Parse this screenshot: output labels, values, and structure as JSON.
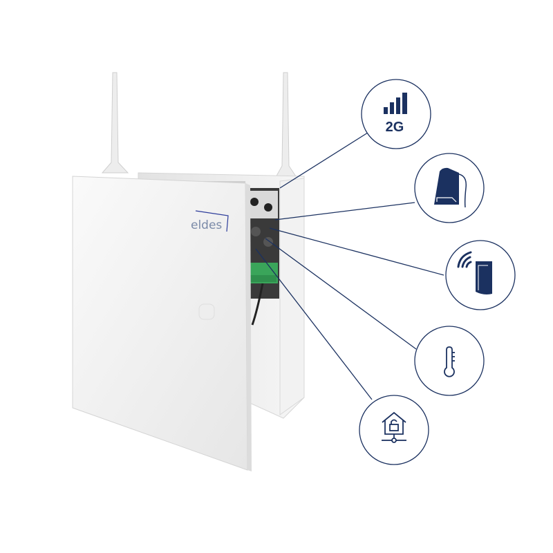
{
  "product": {
    "brand_logo": "eldes",
    "door_color": "#f4f4f4",
    "accent": "#1b3160"
  },
  "features": [
    {
      "id": "gsm",
      "icon": "signal-bars-icon",
      "label": "2G"
    },
    {
      "id": "external-antenna",
      "icon": "antenna-icon"
    },
    {
      "id": "wireless-sensor",
      "icon": "wireless-detector-icon"
    },
    {
      "id": "temperature",
      "icon": "thermometer-icon"
    },
    {
      "id": "network-security",
      "icon": "house-lock-network-icon"
    }
  ]
}
